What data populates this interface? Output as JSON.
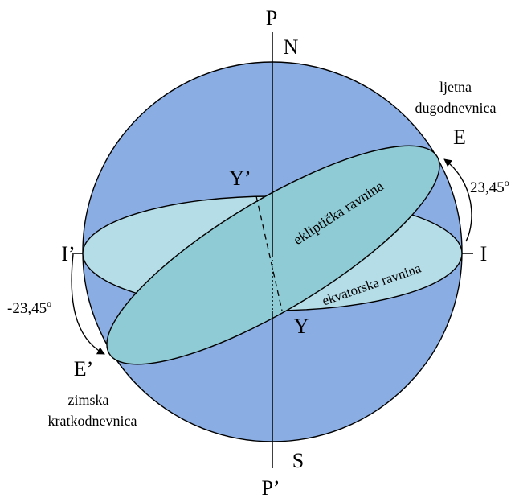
{
  "labels": {
    "pole_top": "P",
    "north": "N",
    "south": "S",
    "pole_bottom": "P’",
    "equinox_left": "I’",
    "equinox_right": "I",
    "ecliptic_top": "E",
    "ecliptic_bottom": "E’",
    "node_top": "Y’",
    "node_bottom": "Y"
  },
  "summer": {
    "line1": "ljetna",
    "line2": "dugodnevnica",
    "angle": "23,45",
    "angle_sup": "o"
  },
  "winter": {
    "line1": "zimska",
    "line2": "kratkodnevnica",
    "angle": "-23,45",
    "angle_sup": "o"
  },
  "planes": {
    "ecliptic": "ekliptička ravnina",
    "equator": "ekvatorska ravnina"
  },
  "colors": {
    "sphere": "#8aaee3",
    "equator": "#b5dde8",
    "ecliptic": "#8ecbd4",
    "stroke": "#000000"
  }
}
